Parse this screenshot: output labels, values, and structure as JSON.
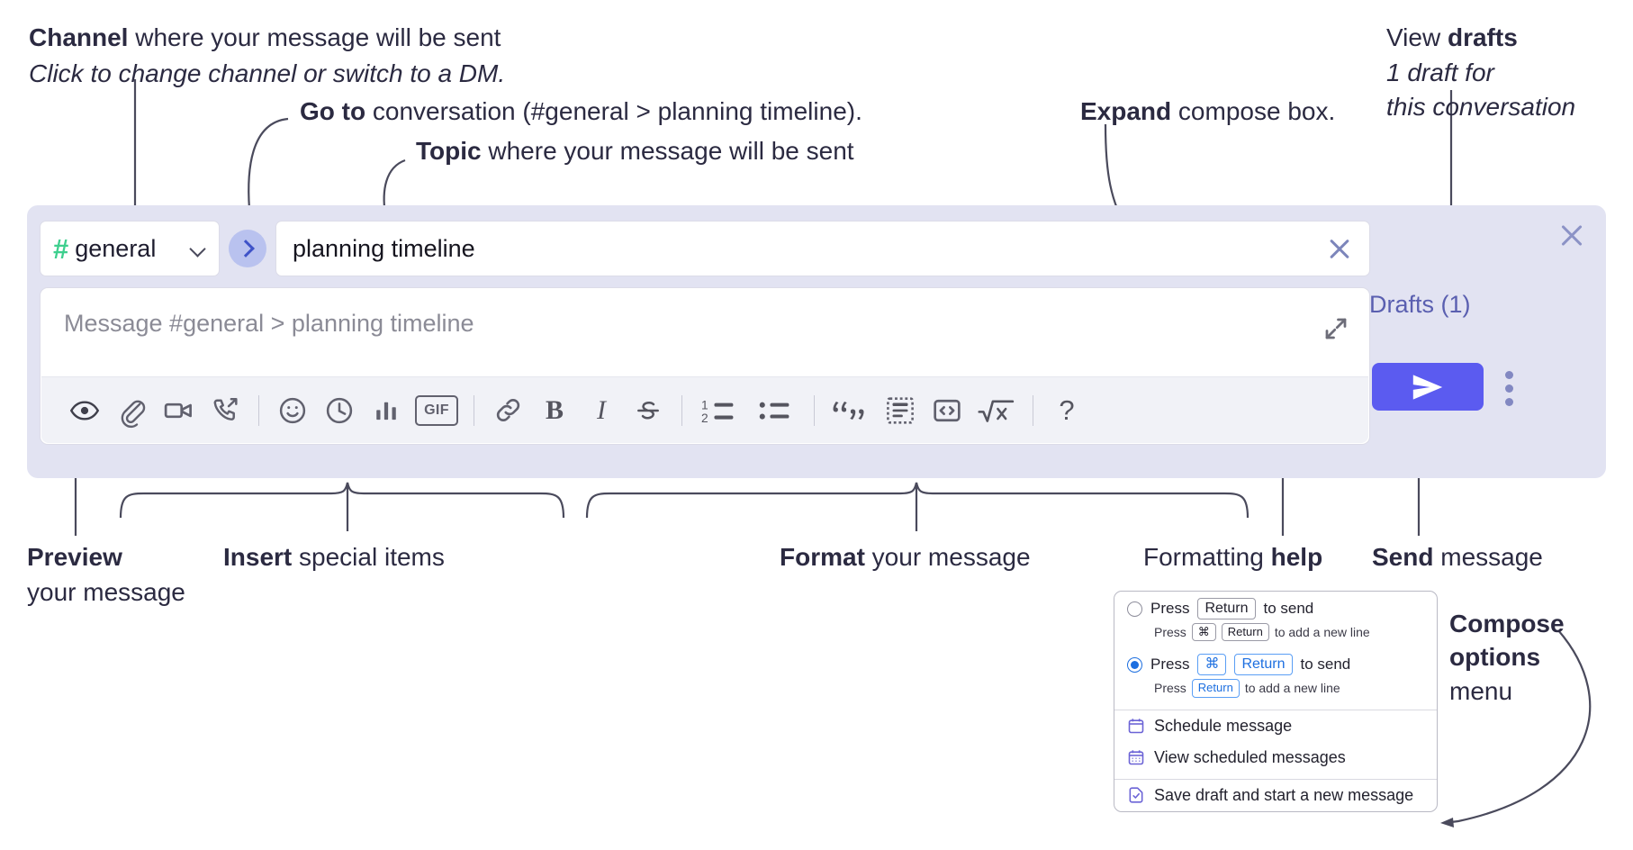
{
  "annotations": {
    "channel": {
      "bold": "Channel",
      "rest": " where your message will be sent",
      "italic": "Click to change channel or switch to a DM."
    },
    "goto": {
      "bold": "Go to",
      "rest": " conversation (#general > planning timeline)."
    },
    "topic": {
      "bold": "Topic",
      "rest": " where your message will be sent"
    },
    "expand": {
      "bold": "Expand",
      "rest": " compose box."
    },
    "drafts": {
      "plain": "View ",
      "bold": "drafts",
      "italic1": "1 draft for",
      "italic2": "this conversation"
    },
    "preview": {
      "bold": "Preview",
      "rest": "your message"
    },
    "insert": {
      "bold": "Insert",
      "rest": " special items"
    },
    "format": {
      "bold": "Format",
      "rest": " your message"
    },
    "help": {
      "plain": "Formatting ",
      "bold": "help"
    },
    "send": {
      "bold": "Send",
      "rest": " message"
    },
    "compose_options": {
      "bold1": "Compose",
      "bold2": "options",
      "rest": "menu"
    }
  },
  "compose": {
    "channel_name": "general",
    "channel_hash": "#",
    "topic_value": "planning timeline",
    "message_placeholder": "Message #general > planning timeline",
    "drafts_label": "Drafts (1)",
    "gif_label": "GIF",
    "bold_label": "B",
    "italic_label": "I",
    "help_label": "?",
    "toolbar_icons": [
      "eye-icon",
      "paperclip-icon",
      "video-camera-icon",
      "huddle-phone-icon",
      "emoji-icon",
      "clock-icon",
      "bar-chart-icon",
      "gif-icon",
      "link-icon",
      "bold-icon",
      "italic-icon",
      "strikethrough-icon",
      "ordered-list-icon",
      "bullet-list-icon",
      "blockquote-icon",
      "code-block-icon",
      "inline-code-icon",
      "math-icon",
      "help-icon"
    ]
  },
  "menu": {
    "option1": {
      "pre": "Press",
      "key": "Return",
      "post": "to send",
      "sub_pre": "Press",
      "sub_key1": "⌘",
      "sub_key2": "Return",
      "sub_post": "to add a new line",
      "selected": false
    },
    "option2": {
      "pre": "Press",
      "key1": "⌘",
      "key2": "Return",
      "post": "to send",
      "sub_pre": "Press",
      "sub_key": "Return",
      "sub_post": "to add a new line",
      "selected": true
    },
    "items": [
      {
        "label": "Schedule message",
        "icon": "calendar-icon"
      },
      {
        "label": "View scheduled messages",
        "icon": "calendar-grid-icon"
      },
      {
        "label": "Save draft and start a new message",
        "icon": "draft-check-icon"
      }
    ]
  },
  "colors": {
    "accent_send": "#5b5bf0",
    "panel_bg": "#e2e3f2",
    "hash_green": "#3ecf8e",
    "drafts_text": "#5a5fb0",
    "ink": "#2b2a41",
    "menu_blue": "#1d6fe0"
  }
}
